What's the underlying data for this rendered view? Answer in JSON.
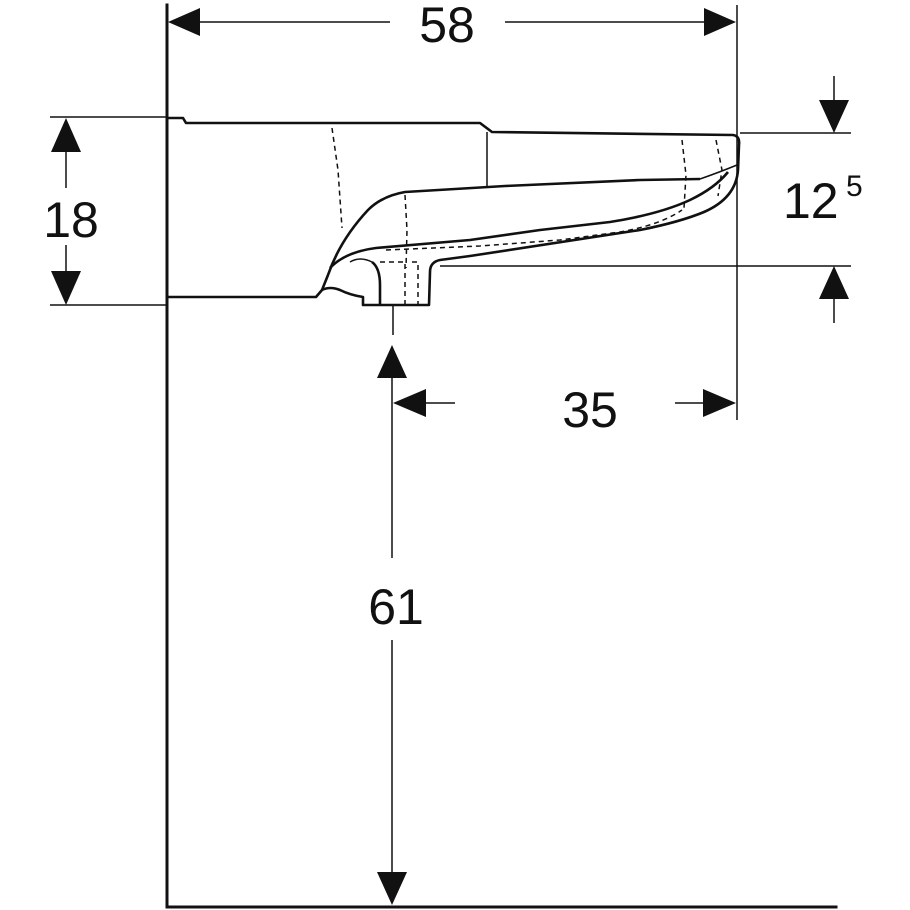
{
  "dimensions": {
    "width_total": "58",
    "height_basin": "18",
    "height_front": "12",
    "height_front_sup": "5",
    "depth_drain": "35",
    "mount_height": "61"
  }
}
